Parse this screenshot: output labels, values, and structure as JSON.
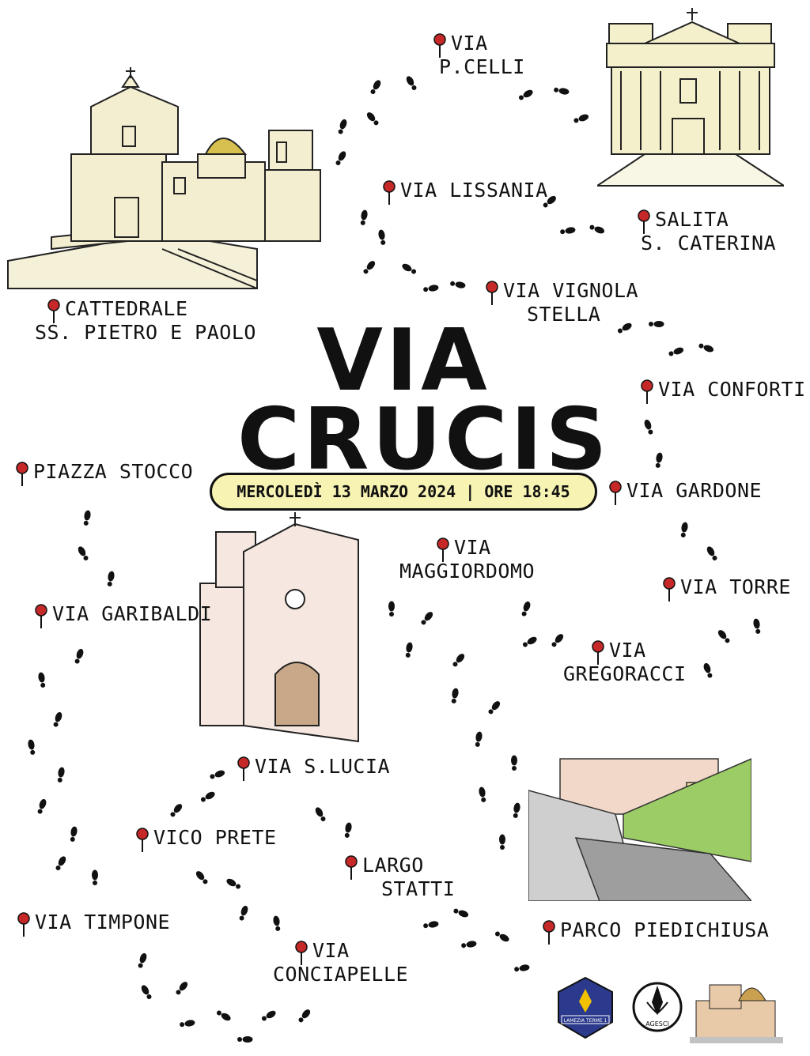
{
  "title": {
    "line1": "VIA",
    "line2": "CRUCIS"
  },
  "banner": "MERCOLEDÌ 13 MARZO 2024 | ORE 18:45",
  "stops": [
    {
      "id": "cattedrale",
      "lines": [
        "CATTEDRALE",
        "SS. PIETRO E PAOLO"
      ]
    },
    {
      "id": "pcelli",
      "lines": [
        "VIA",
        "P.CELLI"
      ]
    },
    {
      "id": "lissania",
      "lines": [
        "VIA LISSANIA"
      ]
    },
    {
      "id": "salita",
      "lines": [
        "SALITA",
        "S. CATERINA"
      ]
    },
    {
      "id": "vignola",
      "lines": [
        "VIA VIGNOLA",
        "STELLA"
      ]
    },
    {
      "id": "conforti",
      "lines": [
        "VIA CONFORTI"
      ]
    },
    {
      "id": "gardone",
      "lines": [
        "VIA GARDONE"
      ]
    },
    {
      "id": "torre",
      "lines": [
        "VIA TORRE"
      ]
    },
    {
      "id": "gregoracci",
      "lines": [
        "VIA",
        "GREGORACCI"
      ]
    },
    {
      "id": "maggiordomo",
      "lines": [
        "VIA",
        "MAGGIORDOMO"
      ]
    },
    {
      "id": "stocco",
      "lines": [
        "PIAZZA STOCCO"
      ]
    },
    {
      "id": "garibaldi",
      "lines": [
        "VIA GARIBALDI"
      ]
    },
    {
      "id": "slucia",
      "lines": [
        "VIA S.LUCIA"
      ]
    },
    {
      "id": "vicoprete",
      "lines": [
        "VICO PRETE"
      ]
    },
    {
      "id": "largo",
      "lines": [
        "LARGO",
        "STATTI"
      ]
    },
    {
      "id": "timpone",
      "lines": [
        "VIA TIMPONE"
      ]
    },
    {
      "id": "conciapelle",
      "lines": [
        "VIA",
        "CONCIAPELLE"
      ]
    },
    {
      "id": "parco",
      "lines": [
        "PARCO PIEDICHIUSA"
      ]
    }
  ],
  "logos": {
    "scout_text": "LAMEZIA TERME 1",
    "agesci_text": "AGESCI"
  },
  "colors": {
    "pin": "#c62828",
    "banner_bg": "#f7f3b3",
    "building": "#f3eed0",
    "church": "#f6e8e0",
    "dome": "#d8c050"
  },
  "icons": {
    "pin": "map-pin-icon",
    "footprint": "footprint-icon"
  }
}
